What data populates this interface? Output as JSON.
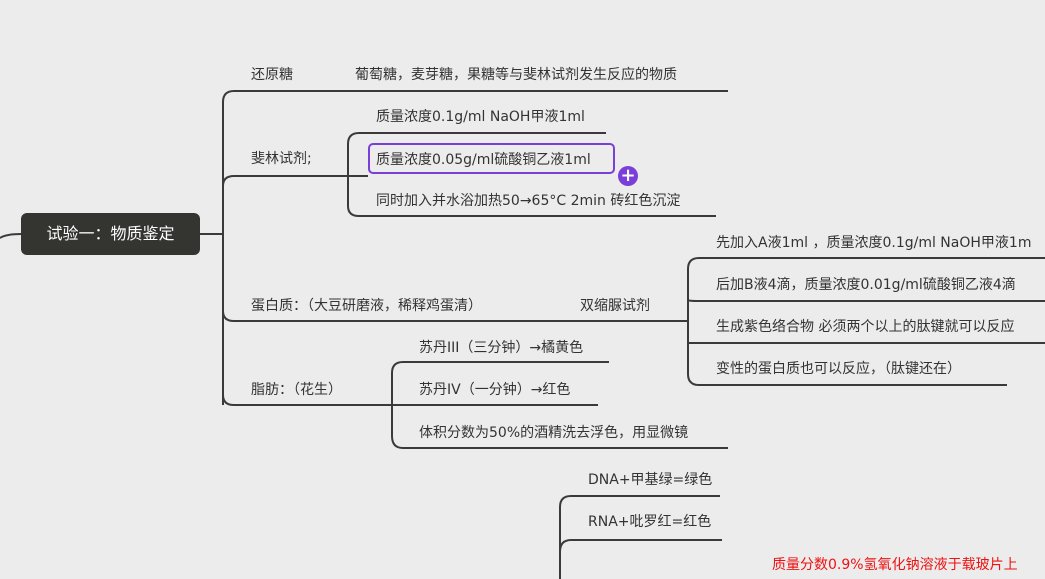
{
  "root": {
    "label": "试验一：物质鉴定"
  },
  "branches": {
    "reducing_sugar": {
      "label": "还原糖",
      "desc": "葡萄糖，麦芽糖，果糖等与斐林试剂发生反应的物质"
    },
    "fehling": {
      "label": "斐林试剂;",
      "items": [
        "质量浓度0.1g/ml NaOH甲液1ml",
        "质量浓度0.05g/ml硫酸铜乙液1ml",
        "同时加入并水浴加热50→65°C 2min 砖红色沉淀"
      ]
    },
    "protein": {
      "label": "蛋白质：（大豆研磨液，稀释鸡蛋清）",
      "reagent": "双缩脲试剂",
      "items": [
        "先加入A液1ml ，质量浓度0.1g/ml NaOH甲液1m",
        "后加B液4滴，质量浓度0.01g/ml硫酸铜乙液4滴",
        "生成紫色络合物 必须两个以上的肽键就可以反应",
        "变性的蛋白质也可以反应，（肽键还在）"
      ]
    },
    "fat": {
      "label": "脂肪：（花生）",
      "items": [
        "苏丹III（三分钟）→橘黄色",
        "苏丹IV（一分钟）→红色",
        "体积分数为50%的酒精洗去浮色，用显微镜"
      ]
    },
    "nucleic": {
      "items": [
        "DNA+甲基绿=绿色",
        "RNA+吡罗红=红色"
      ],
      "note": "质量分数0.9%氢氧化钠溶液于载玻片上"
    }
  },
  "selection": {
    "add_icon": "plus-icon",
    "color": "#7a3fd8"
  },
  "colors": {
    "background": "#ececec",
    "root": "#343530",
    "line": "#3a3a3a",
    "note": "#ee1111"
  }
}
